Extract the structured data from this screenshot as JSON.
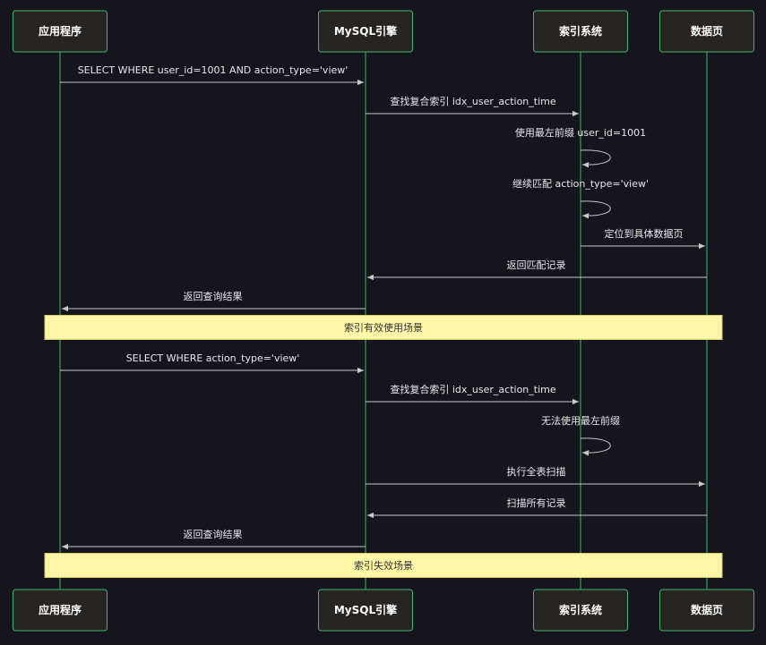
{
  "colors": {
    "background": "#16151e",
    "actor_fill": "#272422",
    "lifeline": "#3fb56f",
    "message_line": "#c8c8c8",
    "message_text": "#e8e8e8",
    "note_fill": "#fff6a8",
    "note_text": "#333333"
  },
  "actors": [
    {
      "id": "app",
      "label": "应用程序"
    },
    {
      "id": "mysql",
      "label": "MySQL引擎"
    },
    {
      "id": "index",
      "label": "索引系统"
    },
    {
      "id": "page",
      "label": "数据页"
    }
  ],
  "messages": [
    {
      "from": "app",
      "to": "mysql",
      "text": "SELECT WHERE user_id=1001 AND action_type='view'"
    },
    {
      "from": "mysql",
      "to": "index",
      "text": "查找复合索引 idx_user_action_time"
    },
    {
      "from": "index",
      "to": "index",
      "text": "使用最左前缀 user_id=1001"
    },
    {
      "from": "index",
      "to": "index",
      "text": "继续匹配 action_type='view'"
    },
    {
      "from": "index",
      "to": "page",
      "text": "定位到具体数据页"
    },
    {
      "from": "page",
      "to": "mysql",
      "text": "返回匹配记录"
    },
    {
      "from": "mysql",
      "to": "app",
      "text": "返回查询结果"
    },
    {
      "note": true,
      "text": "索引有效使用场景"
    },
    {
      "from": "app",
      "to": "mysql",
      "text": "SELECT WHERE action_type='view'"
    },
    {
      "from": "mysql",
      "to": "index",
      "text": "查找复合索引 idx_user_action_time"
    },
    {
      "from": "index",
      "to": "index",
      "text": "无法使用最左前缀"
    },
    {
      "from": "mysql",
      "to": "page",
      "text": "执行全表扫描"
    },
    {
      "from": "page",
      "to": "mysql",
      "text": "扫描所有记录"
    },
    {
      "from": "mysql",
      "to": "app",
      "text": "返回查询结果"
    },
    {
      "note": true,
      "text": "索引失效场景"
    }
  ]
}
